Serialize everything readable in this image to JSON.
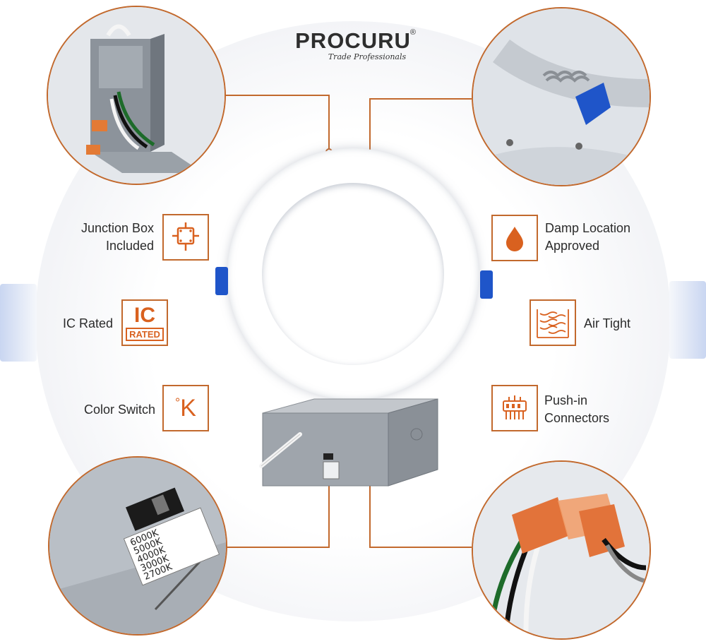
{
  "brand": {
    "name": "PROCURU",
    "registered": "®",
    "tagline": "Trade Professionals"
  },
  "features": {
    "junction_box": {
      "line1": "Junction Box",
      "line2": "Included",
      "icon": "junction-box-icon"
    },
    "ic_rated": {
      "label": "IC Rated",
      "badge_top": "IC",
      "badge_bottom": "RATED",
      "icon": "ic-rated-badge"
    },
    "color_switch": {
      "label": "Color Switch",
      "badge": "K",
      "degree": "°",
      "icon": "kelvin-icon"
    },
    "damp_location": {
      "line1": "Damp Location",
      "line2": "Approved",
      "icon": "water-drop-icon"
    },
    "air_tight": {
      "label": "Air Tight",
      "icon": "airflow-icon"
    },
    "push_in": {
      "line1": "Push-in",
      "line2": "Connectors",
      "icon": "connector-icon"
    }
  },
  "cct_switch": {
    "options": [
      "6000K",
      "5000K",
      "4000K",
      "3000K",
      "2700K"
    ]
  },
  "colors": {
    "accent": "#c2692d",
    "icon_orange": "#d9611f",
    "clip_blue": "#1f55c9",
    "text": "#2b2b2b"
  },
  "callouts": [
    {
      "name": "callout-junction-box-photo",
      "icon": "junction-box-photo"
    },
    {
      "name": "callout-spring-clip-photo",
      "icon": "spring-clip-photo"
    },
    {
      "name": "callout-cct-switch-photo",
      "icon": "cct-switch-photo"
    },
    {
      "name": "callout-push-in-connector-photo",
      "icon": "connector-photo"
    }
  ]
}
